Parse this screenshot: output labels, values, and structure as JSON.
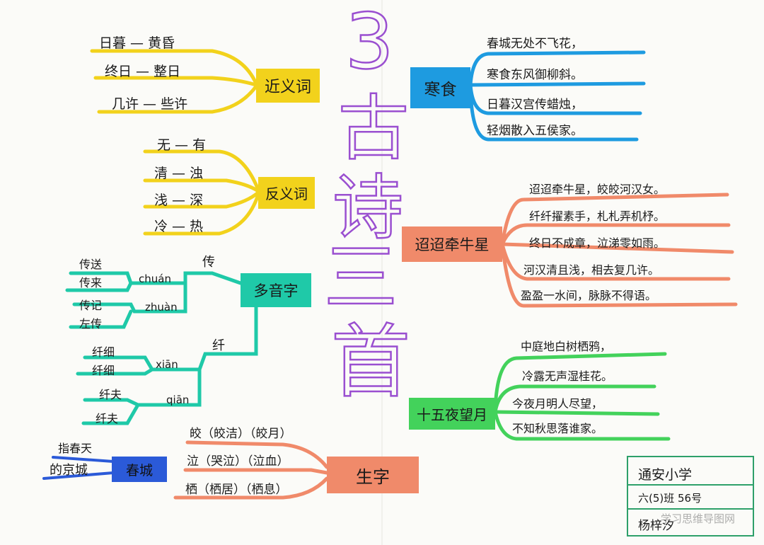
{
  "title": {
    "chars": [
      "3",
      "古",
      "诗",
      "三",
      "首"
    ]
  },
  "near_synonyms": {
    "label": "近义词",
    "items": [
      "日暮 — 黄昏",
      "终日 — 整日",
      "几许 — 些许"
    ]
  },
  "antonyms": {
    "label": "反义词",
    "items": [
      "无 — 有",
      "清 — 浊",
      "浅 — 深",
      "冷 — 热"
    ]
  },
  "polyphones": {
    "label": "多音字",
    "chuan": {
      "char": "传",
      "reading1": "chuán",
      "words1": [
        "传送",
        "传来"
      ],
      "reading2": "zhuàn",
      "words2": [
        "传记",
        "左传"
      ]
    },
    "xian": {
      "char": "纤",
      "reading1": "xiān",
      "words1": [
        "纤细",
        "纤细"
      ],
      "reading2": "qiān",
      "words2": [
        "纤夫",
        "纤夫"
      ]
    }
  },
  "chuncheng": {
    "label": "春城",
    "items": [
      "指春天",
      "的京城"
    ]
  },
  "new_chars": {
    "label": "生字",
    "items": [
      "皎（皎洁）（皎月）",
      "泣（哭泣）（泣血）",
      "栖（栖居）（栖息）"
    ]
  },
  "poems": [
    {
      "title": "寒食",
      "lines": [
        "春城无处不飞花，",
        "寒食东风御柳斜。",
        "日暮汉宫传蜡烛，",
        "轻烟散入五侯家。"
      ]
    },
    {
      "title": "迢迢牵牛星",
      "lines": [
        "迢迢牵牛星，皎皎河汉女。",
        "纤纤擢素手，札札弄机杼。",
        "终日不成章，泣涕零如雨。",
        "河汉清且浅，相去复几许。",
        "盈盈一水间，脉脉不得语。"
      ]
    },
    {
      "title": "十五夜望月",
      "lines": [
        "中庭地白树栖鸦，",
        "冷露无声湿桂花。",
        "今夜月明人尽望，",
        "不知秋思落谁家。"
      ]
    }
  ],
  "student_card": {
    "school": "通安小学",
    "class": "六(5)班 56号",
    "name": "杨梓汐"
  },
  "watermark": "学习思维导图网",
  "colors": {
    "yellow": "#f2d21c",
    "teal": "#1fc9a8",
    "blue": "#1e9be0",
    "orange": "#f08a6a",
    "green": "#43d25b",
    "navy": "#2b5ad8",
    "purple": "#9a4fd0",
    "card": "#2ea06a"
  }
}
